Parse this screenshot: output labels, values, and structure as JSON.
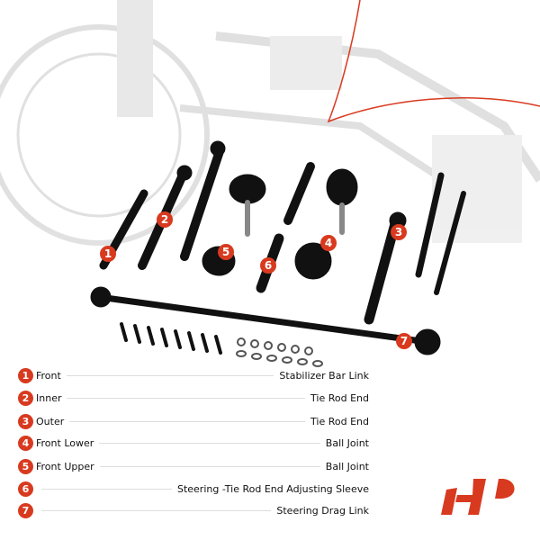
{
  "colors": {
    "accent": "#d83a1f"
  },
  "callouts": [
    "1",
    "2",
    "3",
    "4",
    "5",
    "6",
    "7"
  ],
  "legend": [
    {
      "num": "1",
      "label": "Front",
      "part": "Stabilizer Bar Link"
    },
    {
      "num": "2",
      "label": "Inner",
      "part": "Tie Rod End"
    },
    {
      "num": "3",
      "label": "Outer",
      "part": "Tie Rod End"
    },
    {
      "num": "4",
      "label": "Front Lower",
      "part": "Ball Joint"
    },
    {
      "num": "5",
      "label": "Front Upper",
      "part": "Ball Joint"
    },
    {
      "num": "6",
      "label": "",
      "part": "Steering -Tie Rod End Adjusting Sleeve"
    },
    {
      "num": "7",
      "label": "",
      "part": "Steering Drag Link"
    }
  ],
  "logo": {
    "icon": "brand-logo",
    "text": "AP"
  }
}
